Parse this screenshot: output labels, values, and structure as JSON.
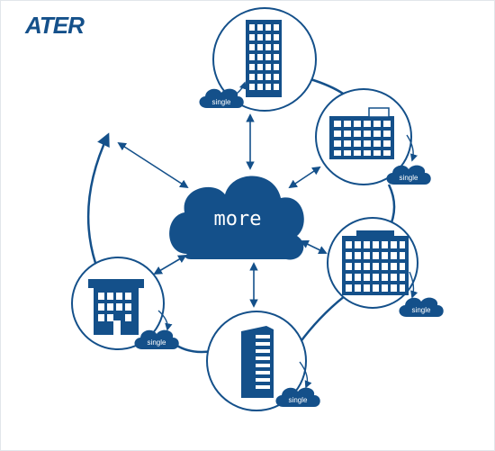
{
  "brand": {
    "logo_text": "ATER"
  },
  "hub": {
    "label": "more"
  },
  "nodes": [
    {
      "id": "top",
      "badge": "single"
    },
    {
      "id": "upper-right",
      "badge": "single"
    },
    {
      "id": "lower-right",
      "badge": "single"
    },
    {
      "id": "bottom",
      "badge": "single"
    },
    {
      "id": "left",
      "badge": "single"
    }
  ],
  "colors": {
    "primary": "#14508a",
    "background": "#ffffff",
    "window": "#ffffff"
  }
}
